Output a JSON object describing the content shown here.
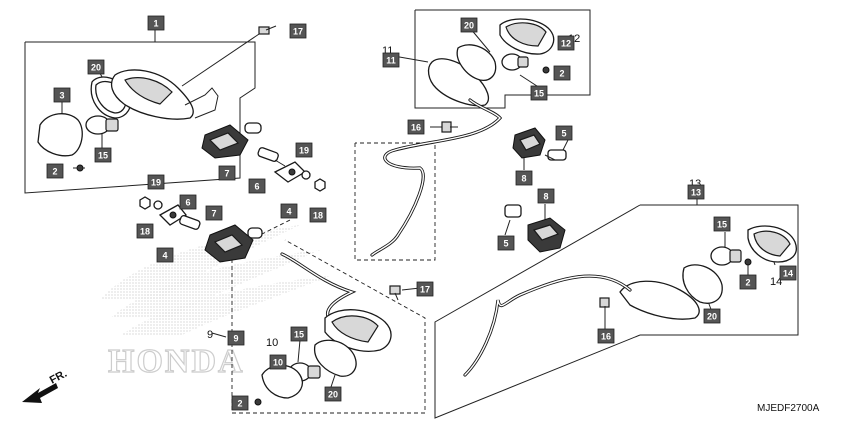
{
  "diagram": {
    "part_code": "MJEDF2700A",
    "direction_label": "FR.",
    "watermark": "HONDA",
    "callouts": [
      "1",
      "2",
      "3",
      "4",
      "5",
      "6",
      "7",
      "8",
      "9",
      "10",
      "11",
      "12",
      "13",
      "14",
      "15",
      "16",
      "17",
      "18",
      "19",
      "20"
    ],
    "plain_numbers": [
      "9",
      "10",
      "11",
      "12",
      "13",
      "14"
    ]
  }
}
